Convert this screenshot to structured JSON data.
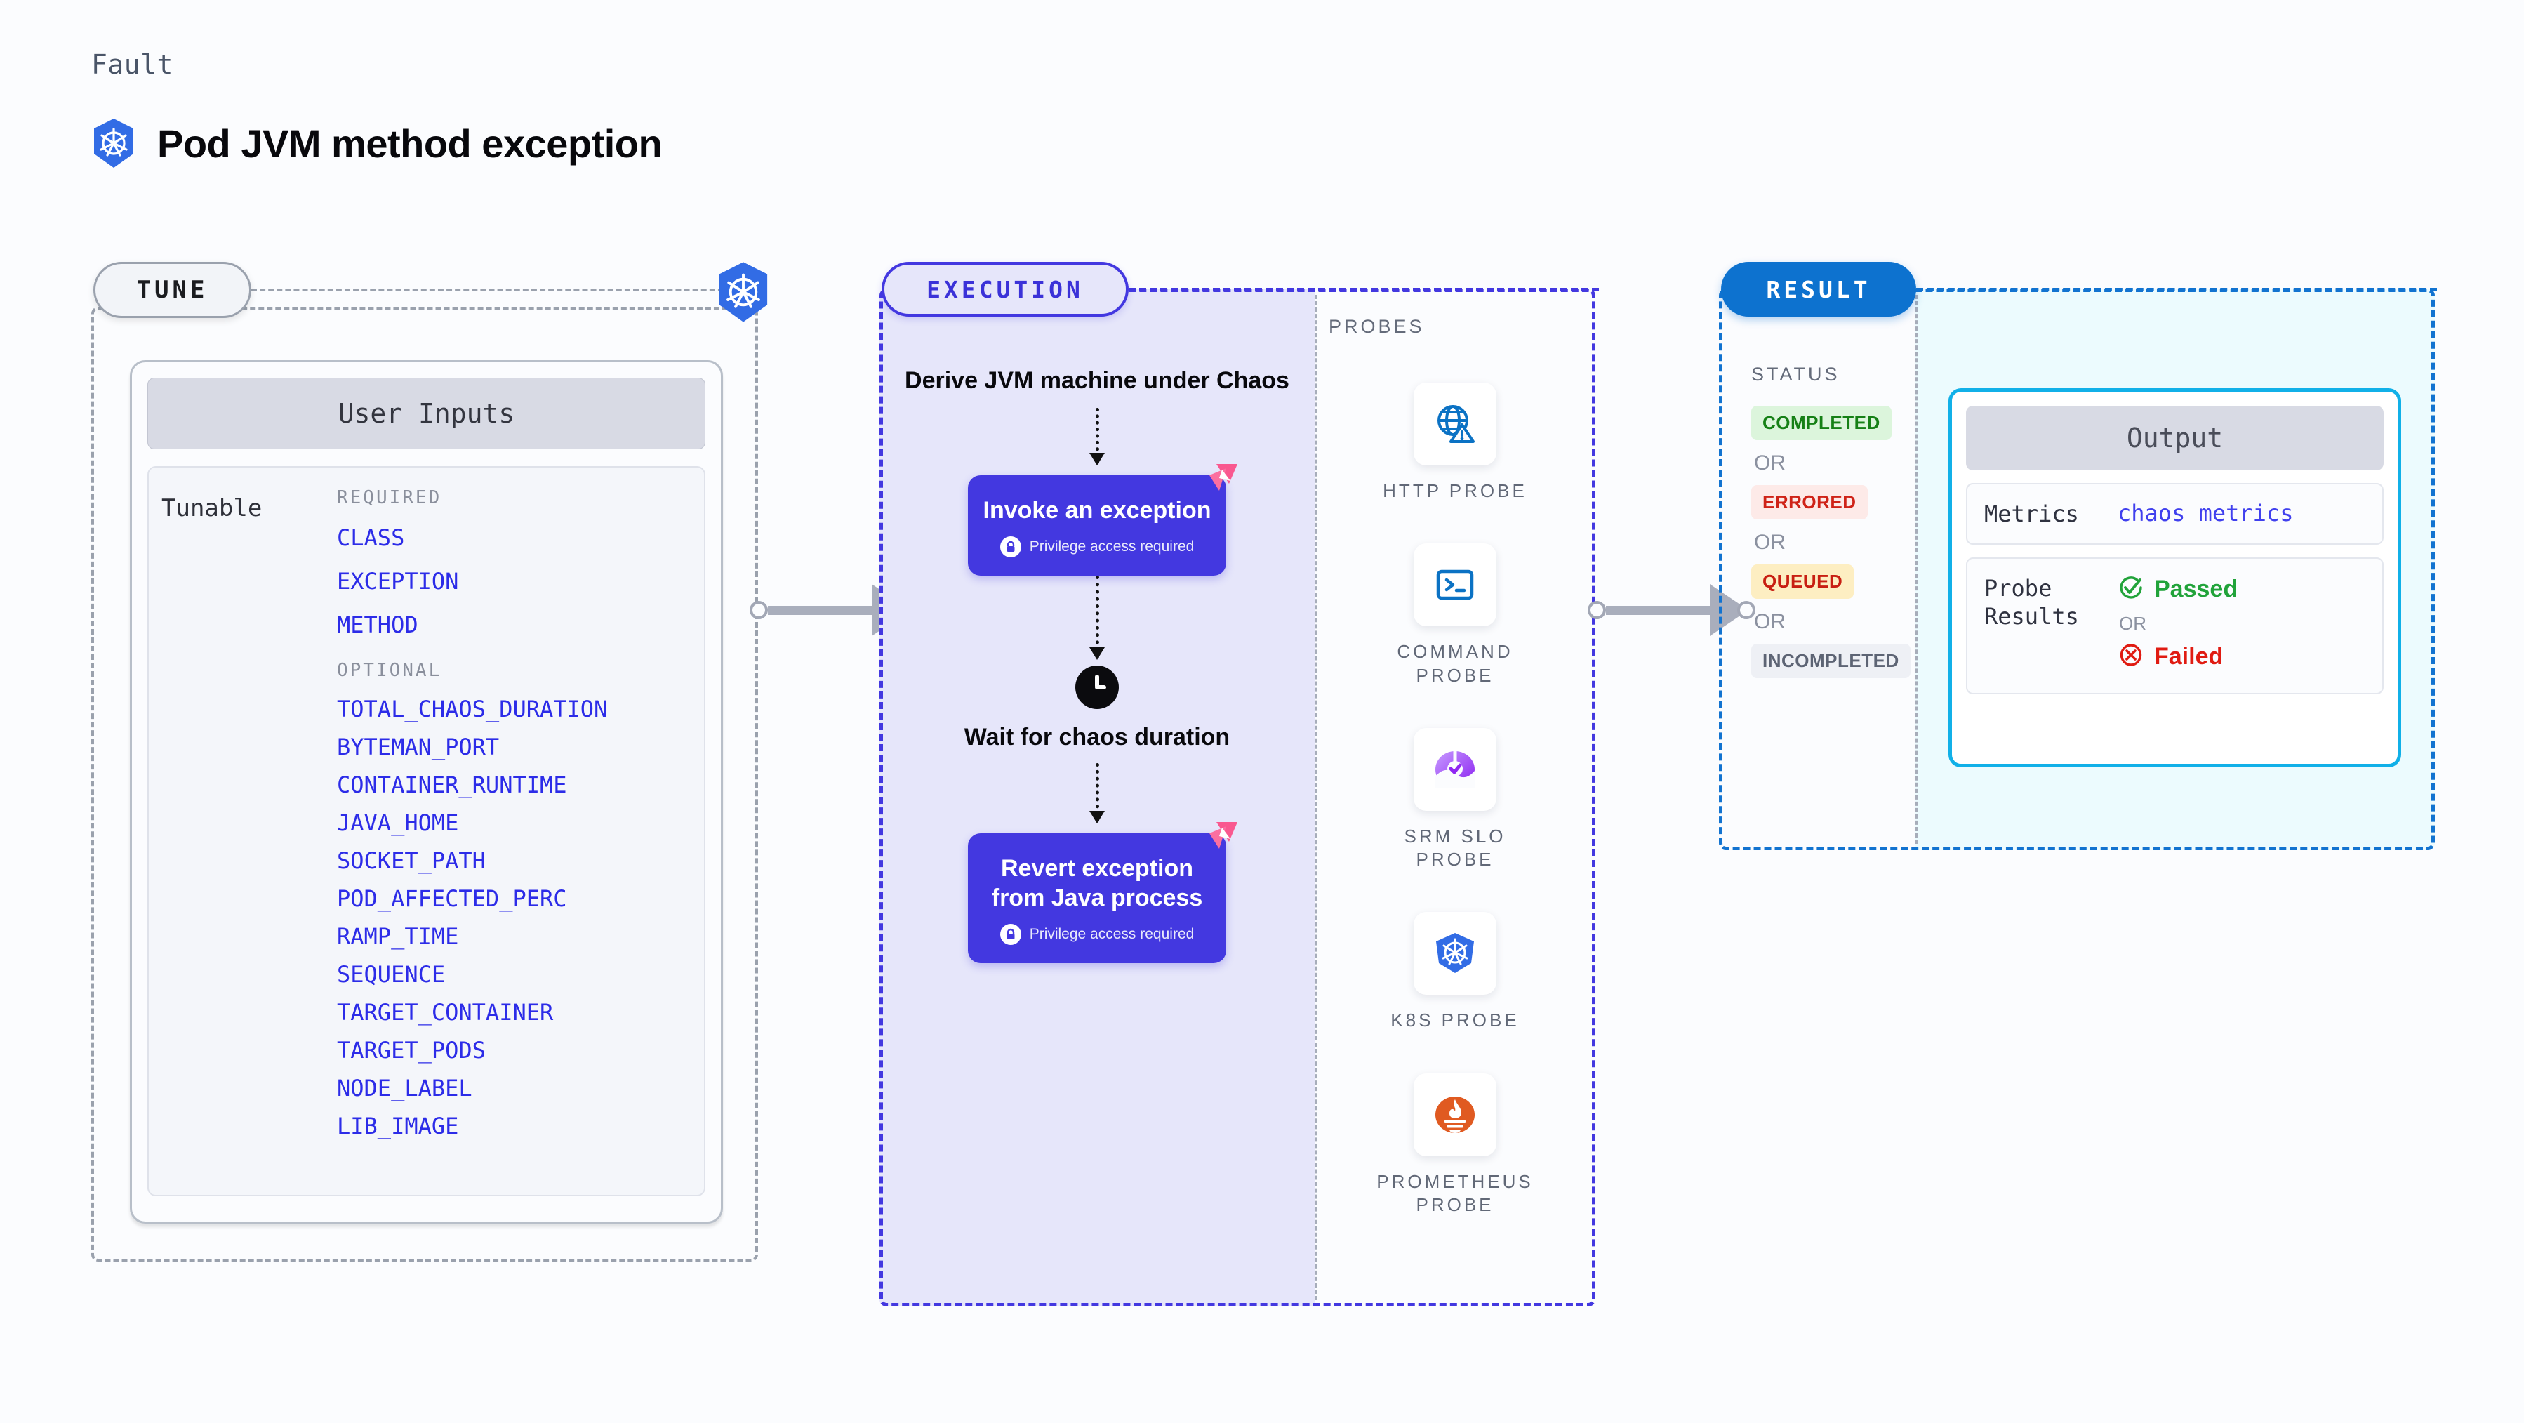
{
  "header": {
    "kicker": "Fault",
    "title": "Pod JVM method exception",
    "logo_icon": "kubernetes-icon"
  },
  "tune": {
    "pill_label": "TUNE",
    "badge_icon": "kubernetes-icon",
    "card_title": "User Inputs",
    "tunable_label": "Tunable",
    "required_label": "REQUIRED",
    "optional_label": "OPTIONAL",
    "required_params": [
      "CLASS",
      "EXCEPTION",
      "METHOD"
    ],
    "optional_params": [
      "TOTAL_CHAOS_DURATION",
      "BYTEMAN_PORT",
      "CONTAINER_RUNTIME",
      "JAVA_HOME",
      "SOCKET_PATH",
      "POD_AFFECTED_PERC",
      "RAMP_TIME",
      "SEQUENCE",
      "TARGET_CONTAINER",
      "TARGET_PODS",
      "NODE_LABEL",
      "LIB_IMAGE"
    ]
  },
  "execution": {
    "pill_label": "EXECUTION",
    "steps": [
      {
        "kind": "text",
        "label": "Derive JVM machine under Chaos"
      },
      {
        "kind": "card",
        "label": "Invoke an exception",
        "note": "Privilege access required",
        "note_icon": "lock-icon",
        "corner_icon": "harness-icon"
      },
      {
        "kind": "clock",
        "label": "Wait for chaos duration",
        "icon": "clock-icon"
      },
      {
        "kind": "card",
        "label": "Revert exception from Java process",
        "note": "Privilege access required",
        "note_icon": "lock-icon",
        "corner_icon": "harness-icon"
      }
    ]
  },
  "probes": {
    "section_label": "PROBES",
    "items": [
      {
        "name": "HTTP PROBE",
        "icon": "globe-warning-icon"
      },
      {
        "name": "COMMAND PROBE",
        "icon": "terminal-icon"
      },
      {
        "name": "SRM SLO PROBE",
        "icon": "srm-slo-icon"
      },
      {
        "name": "K8S PROBE",
        "icon": "kubernetes-icon"
      },
      {
        "name": "PROMETHEUS PROBE",
        "icon": "prometheus-icon"
      }
    ]
  },
  "result": {
    "pill_label": "RESULT",
    "status_label": "STATUS",
    "or_label": "OR",
    "statuses": [
      {
        "label": "COMPLETED",
        "bg": "#dcf5dc",
        "fg": "#168016"
      },
      {
        "label": "ERRORED",
        "bg": "#fdeae8",
        "fg": "#cf2318"
      },
      {
        "label": "QUEUED",
        "bg": "#fdeec2",
        "fg": "#c81f12"
      },
      {
        "label": "INCOMPLETED",
        "bg": "#eef0f5",
        "fg": "#5d6474"
      }
    ],
    "output": {
      "title": "Output",
      "metrics_key": "Metrics",
      "metrics_value": "chaos metrics",
      "probe_results_key": "Probe Results",
      "passed_label": "Passed",
      "passed_icon": "check-circle-icon",
      "failed_label": "Failed",
      "failed_icon": "x-circle-icon",
      "or_label": "OR"
    }
  },
  "colors": {
    "tune_border": "#9aa1ad",
    "execution_accent": "#4338e0",
    "result_accent": "#1273d0",
    "output_accent": "#11b0e8",
    "param_link": "#2c2ce8",
    "harness_pink": "#f9588f"
  }
}
